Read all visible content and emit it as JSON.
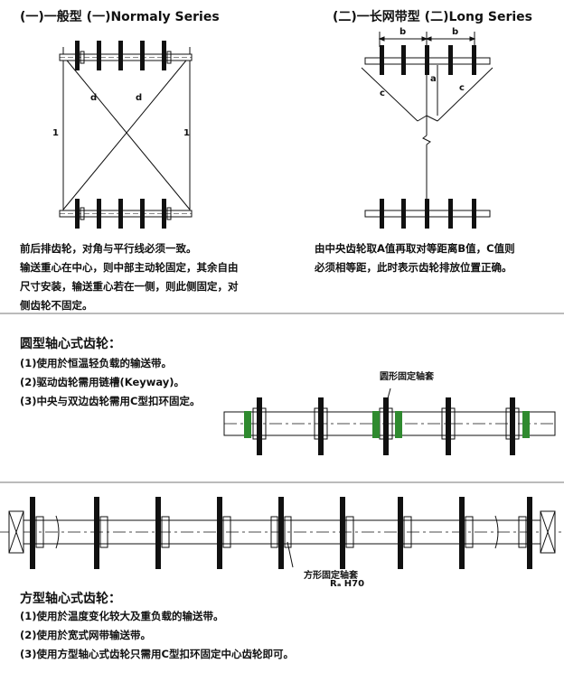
{
  "top_left": {
    "title": "(一)一般型  (一)Normaly Series",
    "labels": {
      "d1": "d",
      "d2": "d",
      "l1": "1",
      "l2": "1"
    },
    "desc": [
      "前后排齿轮，对角与平行线必须一致。",
      "输送重心在中心，则中部主动轮固定，其余自由",
      "尺寸安装，输送重心若在一侧，则此侧固定，对",
      "侧齿轮不固定。"
    ]
  },
  "top_right": {
    "title": "(二)一长网带型  (二)Long Series",
    "labels": {
      "b1": "b",
      "b2": "b",
      "a": "a",
      "c1": "c",
      "c2": "c"
    },
    "desc": [
      "由中央齿轮取A值再取对等距离B值，C值则",
      "必须相等距，此时表示齿轮排放位置正确。"
    ]
  },
  "round": {
    "title": "圆型轴心式齿轮：",
    "items": [
      "(1)使用於恒温轻负载的输送带。",
      "(2)驱动齿轮需用链槽(Keyway)。",
      "(3)中央与双边齿轮需用C型扣环固定。"
    ],
    "callout": "圆形固定轴套",
    "sleeve_color": "#2f8a2f"
  },
  "square": {
    "title": "方型轴心式齿轮：",
    "items": [
      "(1)使用於温度变化较大及重负载的输送带。",
      "(2)使用於宽式网带输送带。",
      "(3)使用方型轴心式齿轮只需用C型扣环固定中心齿轮即可。"
    ],
    "callout": "方形固定轴套",
    "spec": "Rₐ H70"
  }
}
